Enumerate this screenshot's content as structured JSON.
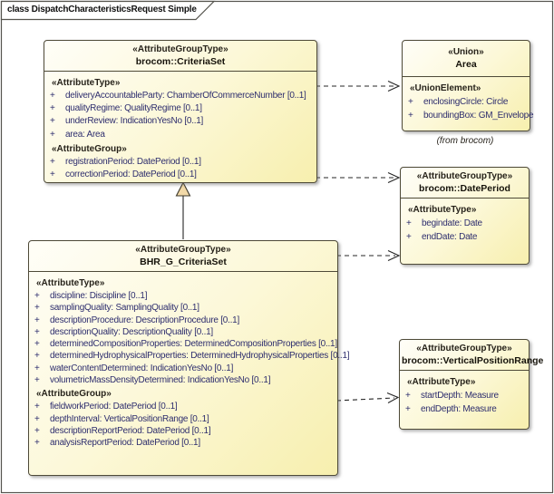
{
  "frame": {
    "title": "class DispatchCharacteristicsRequest Simple"
  },
  "captions": {
    "area_origin": "(from brocom)"
  },
  "classes": [
    {
      "id": "criteriaset",
      "stereotype": "«AttributeGroupType»",
      "name": "brocom::CriteriaSet",
      "sections": [
        {
          "stereotype": "«AttributeType»",
          "attributes": [
            {
              "visibility": "+",
              "text": "deliveryAccountableParty: ChamberOfCommerceNumber [0..1]"
            },
            {
              "visibility": "+",
              "text": "qualityRegime: QualityRegime [0..1]"
            },
            {
              "visibility": "+",
              "text": "underReview: IndicationYesNo [0..1]"
            },
            {
              "visibility": "+",
              "text": "area: Area"
            }
          ]
        },
        {
          "stereotype": "«AttributeGroup»",
          "attributes": [
            {
              "visibility": "+",
              "text": "registrationPeriod: DatePeriod [0..1]"
            },
            {
              "visibility": "+",
              "text": "correctionPeriod: DatePeriod [0..1]"
            }
          ]
        }
      ]
    },
    {
      "id": "area",
      "stereotype": "«Union»",
      "name": "Area",
      "sections": [
        {
          "stereotype": "«UnionElement»",
          "attributes": [
            {
              "visibility": "+",
              "text": "enclosingCircle: Circle"
            },
            {
              "visibility": "+",
              "text": "boundingBox: GM_Envelope"
            }
          ]
        }
      ]
    },
    {
      "id": "dateperiod",
      "stereotype": "«AttributeGroupType»",
      "name": "brocom::DatePeriod",
      "sections": [
        {
          "stereotype": "«AttributeType»",
          "attributes": [
            {
              "visibility": "+",
              "text": "begindate: Date"
            },
            {
              "visibility": "+",
              "text": "endDate: Date"
            }
          ]
        }
      ]
    },
    {
      "id": "bhr",
      "stereotype": "«AttributeGroupType»",
      "name": "BHR_G_CriteriaSet",
      "sections": [
        {
          "stereotype": "«AttributeType»",
          "attributes": [
            {
              "visibility": "+",
              "text": "discipline: Discipline [0..1]"
            },
            {
              "visibility": "+",
              "text": "samplingQuality: SamplingQuality [0..1]"
            },
            {
              "visibility": "+",
              "text": "descriptionProcedure: DescriptionProcedure [0..1]"
            },
            {
              "visibility": "+",
              "text": "descriptionQuality: DescriptionQuality [0..1]"
            },
            {
              "visibility": "+",
              "text": "determinedCompositionProperties: DeterminedCompositionProperties [0..1]"
            },
            {
              "visibility": "+",
              "text": "determinedHydrophysicalProperties: DeterminedHydrophysicalProperties [0..1]"
            },
            {
              "visibility": "+",
              "text": "waterContentDetermined: IndicationYesNo [0..1]"
            },
            {
              "visibility": "+",
              "text": "volumetricMassDensityDetermined: IndicationYesNo [0..1]"
            }
          ]
        },
        {
          "stereotype": "«AttributeGroup»",
          "attributes": [
            {
              "visibility": "+",
              "text": "fieldworkPeriod: DatePeriod [0..1]"
            },
            {
              "visibility": "+",
              "text": "depthInterval: VerticalPositionRange [0..1]"
            },
            {
              "visibility": "+",
              "text": "descriptionReportPeriod: DatePeriod [0..1]"
            },
            {
              "visibility": "+",
              "text": "analysisReportPeriod: DatePeriod [0..1]"
            }
          ]
        }
      ]
    },
    {
      "id": "vpr",
      "stereotype": "«AttributeGroupType»",
      "name": "brocom::VerticalPositionRange",
      "sections": [
        {
          "stereotype": "«AttributeType»",
          "attributes": [
            {
              "visibility": "+",
              "text": "startDepth: Measure"
            },
            {
              "visibility": "+",
              "text": "endDepth: Measure"
            }
          ]
        }
      ]
    }
  ],
  "connectors": [
    {
      "type": "dependency-dashed",
      "from": "brocom::CriteriaSet",
      "to": "Area"
    },
    {
      "type": "dependency-dashed",
      "from": "brocom::CriteriaSet",
      "to": "brocom::DatePeriod"
    },
    {
      "type": "generalization",
      "from": "BHR_G_CriteriaSet",
      "to": "brocom::CriteriaSet"
    },
    {
      "type": "dependency-dashed",
      "from": "BHR_G_CriteriaSet",
      "to": "brocom::DatePeriod"
    },
    {
      "type": "dependency-dashed",
      "from": "BHR_G_CriteriaSet",
      "to": "brocom::VerticalPositionRange"
    }
  ],
  "colors": {
    "box_fill_light": "#fffef8",
    "box_fill_dark": "#f7efae",
    "box_border": "#4e4a38",
    "attribute_text": "#2e2e6e",
    "stereotype_text": "#26221a",
    "connector": "#252525",
    "generalization_head_fill": "#f2d9a8",
    "frame_border": "#55544e",
    "background": "#ffffff"
  }
}
